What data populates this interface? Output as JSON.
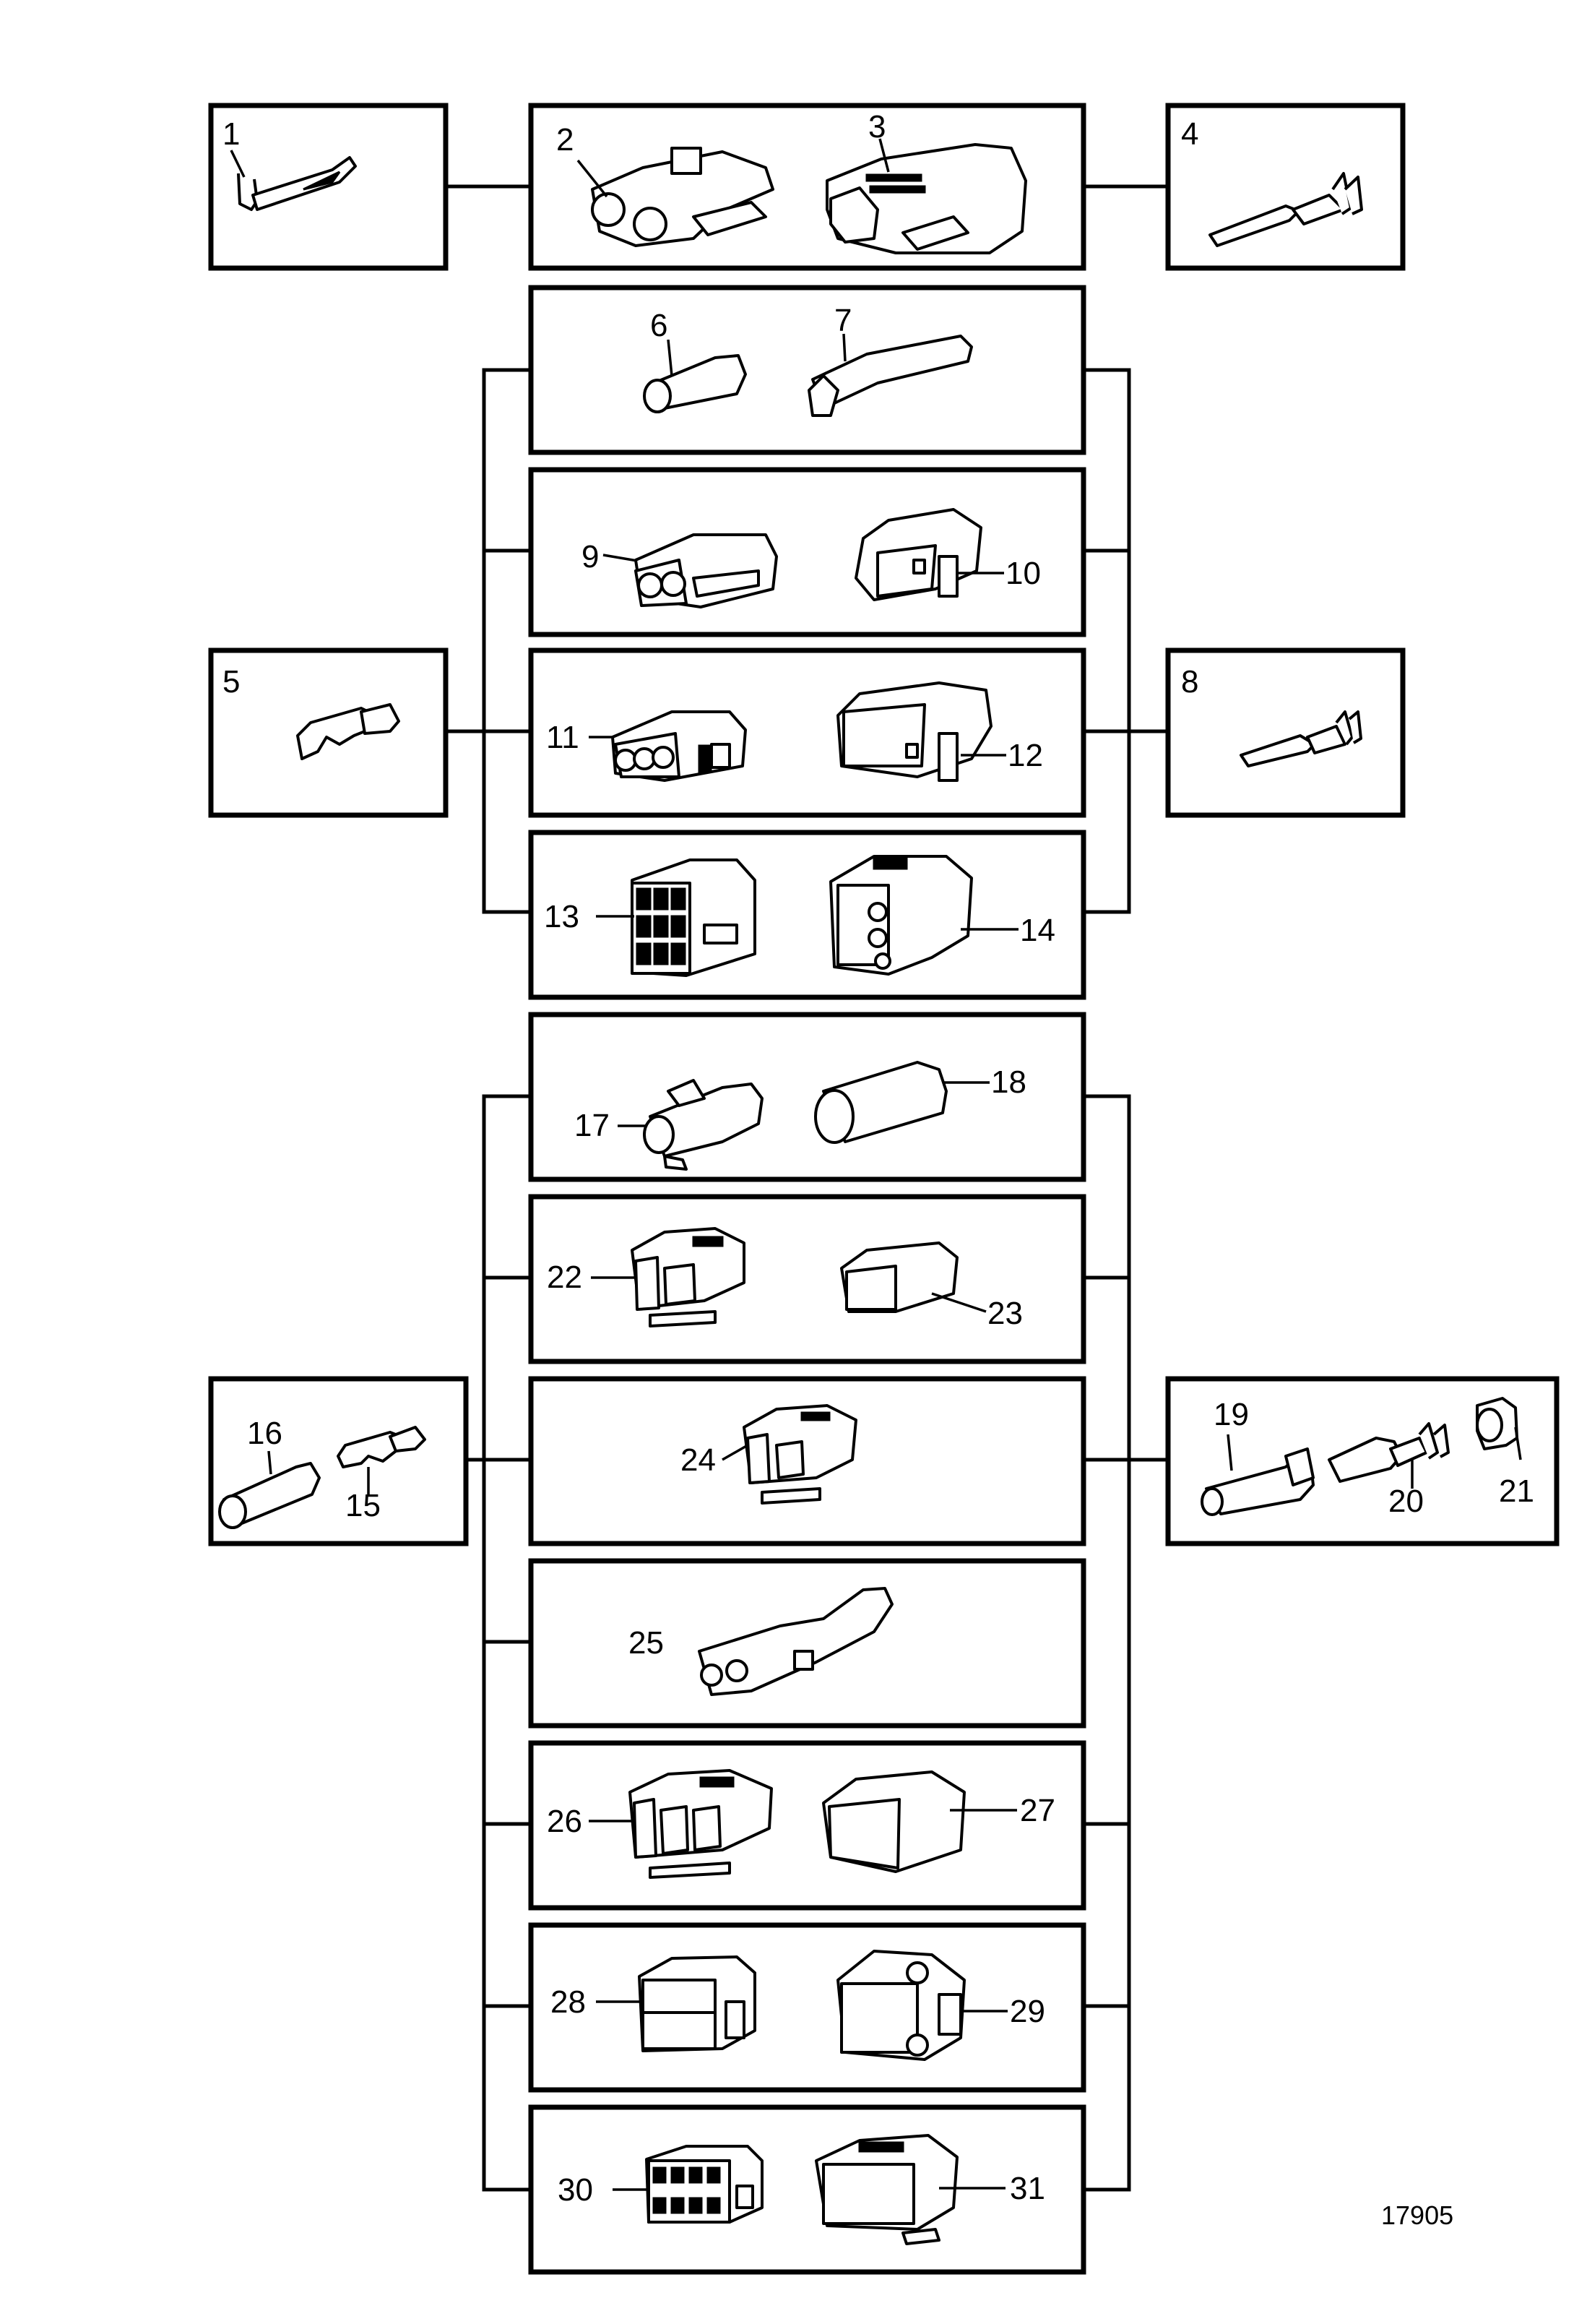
{
  "labels": {
    "p1": "1",
    "p2": "2",
    "p3": "3",
    "p4": "4",
    "p5": "5",
    "p6": "6",
    "p7": "7",
    "p8": "8",
    "p9": "9",
    "p10": "10",
    "p11": "11",
    "p12": "12",
    "p13": "13",
    "p14": "14",
    "p15": "15",
    "p16": "16",
    "p17": "17",
    "p18": "18",
    "p19": "19",
    "p20": "20",
    "p21": "21",
    "p22": "22",
    "p23": "23",
    "p24": "24",
    "p25": "25",
    "p26": "26",
    "p27": "27",
    "p28": "28",
    "p29": "29",
    "p30": "30",
    "p31": "31"
  },
  "reference_number": "17905",
  "icons": {
    "terminal": "terminal-pin-icon",
    "connector_housing": "connector-housing-icon",
    "seal": "seal-icon"
  }
}
